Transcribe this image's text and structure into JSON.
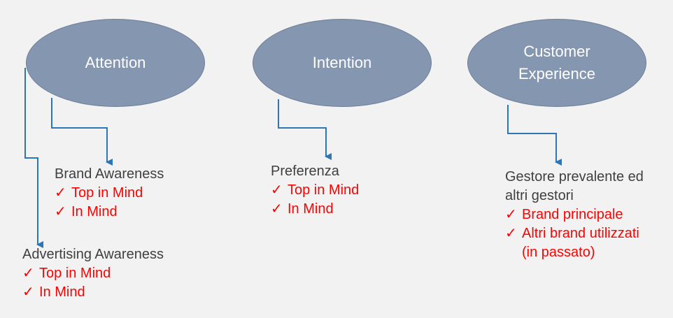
{
  "stages": {
    "attention": {
      "label": "Attention"
    },
    "intention": {
      "label": "Intention"
    },
    "experience": {
      "label_lines": [
        "Customer",
        "Experience"
      ]
    }
  },
  "blocks": {
    "brand_awareness": {
      "heading": "Brand Awareness",
      "items": [
        "Top in Mind",
        "In Mind"
      ]
    },
    "advertising_awareness": {
      "heading": "Advertising Awareness",
      "items": [
        "Top in Mind",
        "In Mind"
      ]
    },
    "preferenza": {
      "heading": "Preferenza",
      "items": [
        "Top in Mind",
        "In Mind"
      ]
    },
    "gestore": {
      "heading_lines": [
        "Gestore prevalente ed",
        "altri gestori"
      ],
      "items": [
        "Brand principale",
        "Altri brand utilizzati"
      ],
      "item_continuation": "(in passato)"
    }
  },
  "check_glyph": "✓",
  "colors": {
    "ellipse_fill": "#8496b0",
    "connector": "#2e75b6",
    "heading_text": "#404040",
    "item_text": "#ff0000"
  }
}
